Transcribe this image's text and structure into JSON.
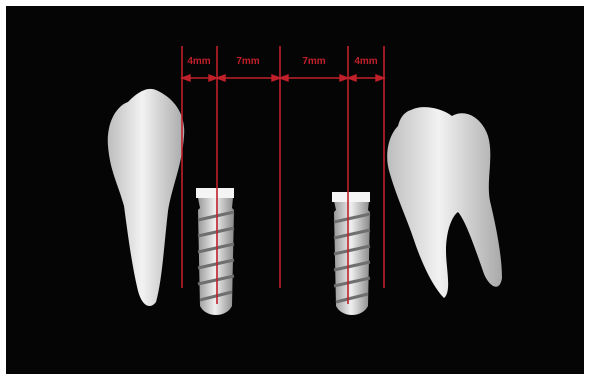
{
  "measurements": [
    {
      "label": "4mm"
    },
    {
      "label": "7mm"
    },
    {
      "label": "7mm"
    },
    {
      "label": "4mm"
    }
  ],
  "colors": {
    "background": "#050505",
    "guide_line": "#c0202a",
    "tooth": "#e9e9e9",
    "implant": "#d9d9d9"
  }
}
